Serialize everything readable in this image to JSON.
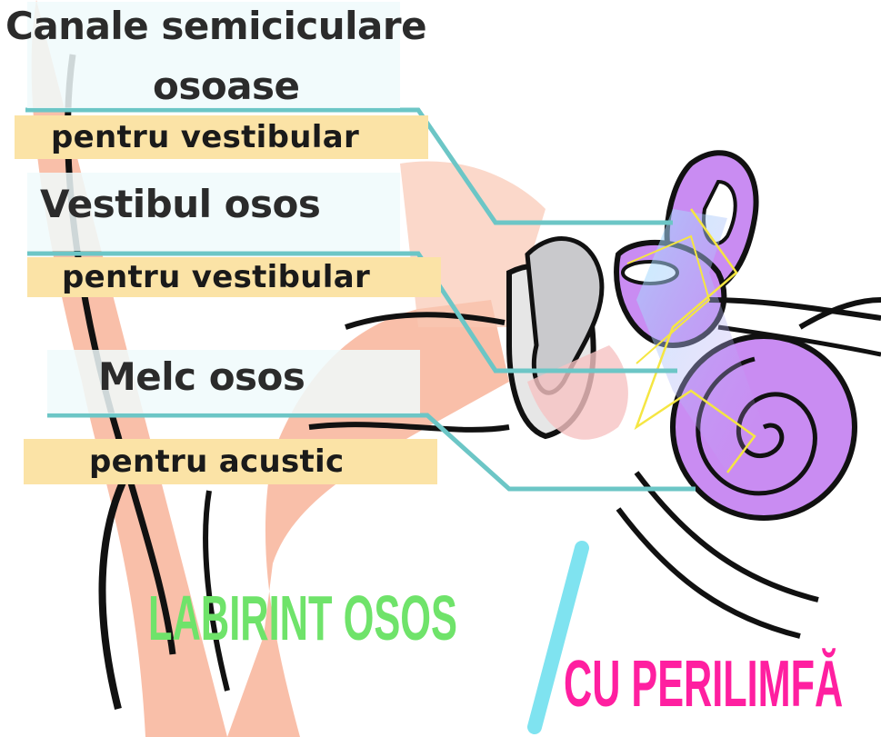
{
  "labels": {
    "canale_title_1": "Canale semiciculare",
    "canale_title_2": "osoase",
    "canale_sub": "pentru vestibular",
    "vestibul_title": "Vestibul osos",
    "vestibul_sub": "pentru vestibular",
    "melc_title": "Melc  osos",
    "melc_sub": "pentru acustic",
    "labirint": "LABIRINT OSOS",
    "perilimfa": "CU PERILIMFĂ"
  },
  "colors": {
    "labirint_text": "#6fe36a",
    "perilimfa_text": "#ff1fa0",
    "slash": "#7fe3f0",
    "leader_line": "#6cc6c6",
    "label_band": "#fbe3a6",
    "cochlea": "#c98cf2",
    "skin": "#f7a98c"
  }
}
